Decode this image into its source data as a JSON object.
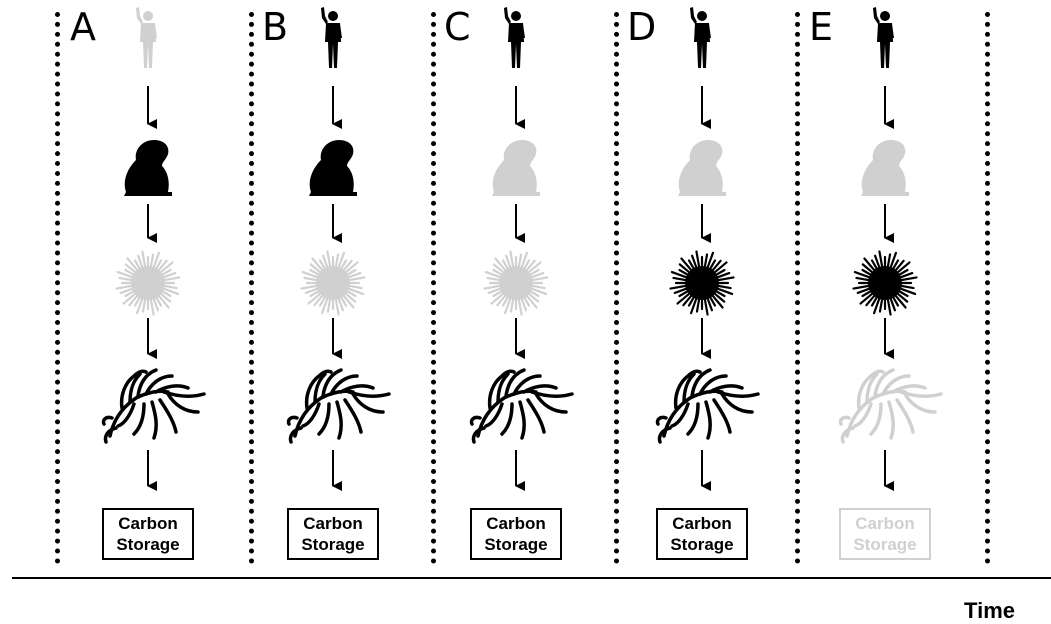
{
  "panels": [
    {
      "letter": "A",
      "human": "faded",
      "otter": "dark",
      "urchin": "faded",
      "kelp": "dark",
      "carbon": "dark"
    },
    {
      "letter": "B",
      "human": "dark",
      "otter": "dark",
      "urchin": "faded",
      "kelp": "dark",
      "carbon": "dark"
    },
    {
      "letter": "C",
      "human": "dark",
      "otter": "faded",
      "urchin": "faded",
      "kelp": "dark",
      "carbon": "dark"
    },
    {
      "letter": "D",
      "human": "dark",
      "otter": "faded",
      "urchin": "dark",
      "kelp": "dark",
      "carbon": "dark"
    },
    {
      "letter": "E",
      "human": "dark",
      "otter": "faded",
      "urchin": "dark",
      "kelp": "faded",
      "carbon": "faded"
    }
  ],
  "carbon_label": "Carbon\nStorage",
  "time_label": "Time",
  "colors": {
    "dark": "#000000",
    "faded": "#d0d0d0"
  }
}
